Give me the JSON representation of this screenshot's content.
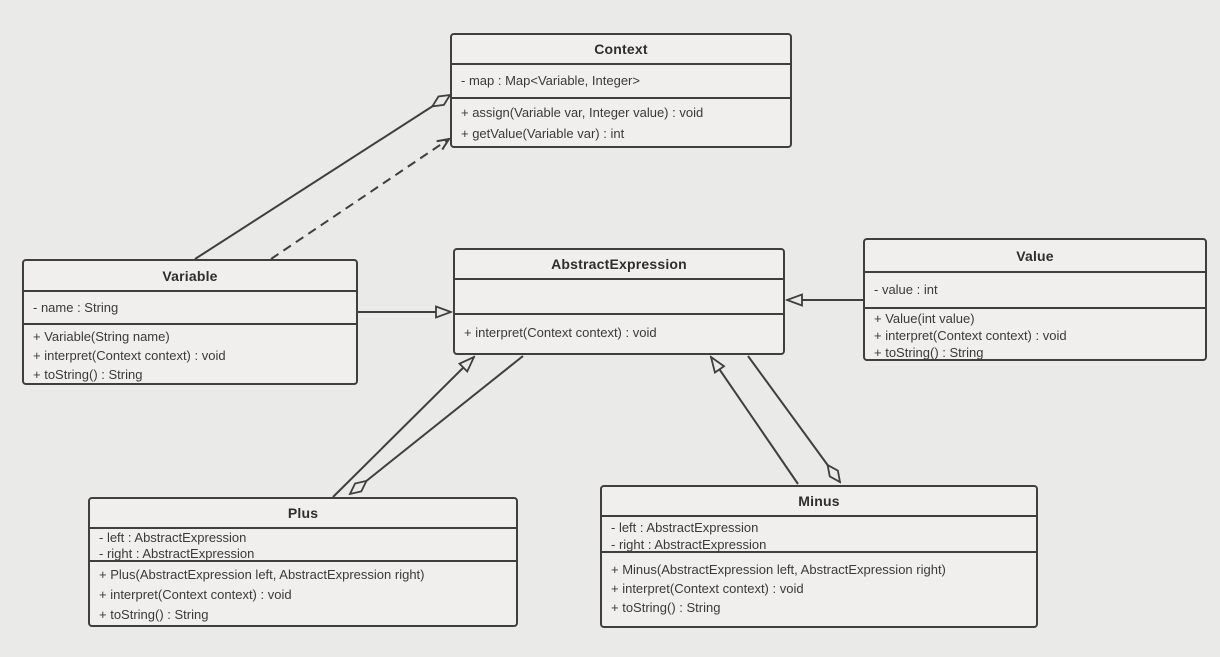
{
  "diagram": {
    "kind": "uml-class-diagram",
    "pattern": "Interpreter",
    "colors": {
      "background": "#eaeae8",
      "box_fill": "#f0efed",
      "line": "#3f3f3f",
      "text": "#3a3a3a"
    },
    "classes": [
      {
        "id": "context",
        "name": "Context",
        "attributes": [
          "- map : Map<Variable, Integer>"
        ],
        "methods": [
          "+ assign(Variable var, Integer value) : void",
          "+ getValue(Variable var) : int"
        ]
      },
      {
        "id": "variable",
        "name": "Variable",
        "attributes": [
          "- name : String"
        ],
        "methods": [
          "+ Variable(String name)",
          "+ interpret(Context context) : void",
          "+ toString() : String"
        ]
      },
      {
        "id": "abstractExpression",
        "name": "AbstractExpression",
        "attributes": [],
        "methods": [
          "+ interpret(Context context) : void"
        ]
      },
      {
        "id": "value",
        "name": "Value",
        "attributes": [
          "- value : int"
        ],
        "methods": [
          "+ Value(int value)",
          "+ interpret(Context context) : void",
          "+ toString() : String"
        ]
      },
      {
        "id": "plus",
        "name": "Plus",
        "attributes": [
          "- left : AbstractExpression",
          "- right : AbstractExpression"
        ],
        "methods": [
          "+ Plus(AbstractExpression left, AbstractExpression right)",
          "+ interpret(Context context) : void",
          "+ toString() : String"
        ]
      },
      {
        "id": "minus",
        "name": "Minus",
        "attributes": [
          "- left : AbstractExpression",
          "- right : AbstractExpression"
        ],
        "methods": [
          "+ Minus(AbstractExpression left, AbstractExpression right)",
          "+ interpret(Context context) : void",
          "+ toString() : String"
        ]
      }
    ],
    "relationships": [
      {
        "from": "variable",
        "to": "context",
        "type": "aggregation",
        "notation": "hollow-diamond-at-context"
      },
      {
        "from": "variable",
        "to": "context",
        "type": "dependency",
        "notation": "dashed-open-arrow-at-context"
      },
      {
        "from": "variable",
        "to": "abstractExpression",
        "type": "generalization",
        "notation": "hollow-triangle-at-abstractExpression"
      },
      {
        "from": "value",
        "to": "abstractExpression",
        "type": "generalization",
        "notation": "hollow-triangle-at-abstractExpression"
      },
      {
        "from": "plus",
        "to": "abstractExpression",
        "type": "generalization",
        "notation": "hollow-triangle-at-abstractExpression"
      },
      {
        "from": "plus",
        "to": "abstractExpression",
        "type": "aggregation",
        "notation": "hollow-diamond-at-plus"
      },
      {
        "from": "minus",
        "to": "abstractExpression",
        "type": "generalization",
        "notation": "hollow-triangle-at-abstractExpression"
      },
      {
        "from": "minus",
        "to": "abstractExpression",
        "type": "aggregation",
        "notation": "hollow-diamond-at-minus"
      }
    ]
  }
}
